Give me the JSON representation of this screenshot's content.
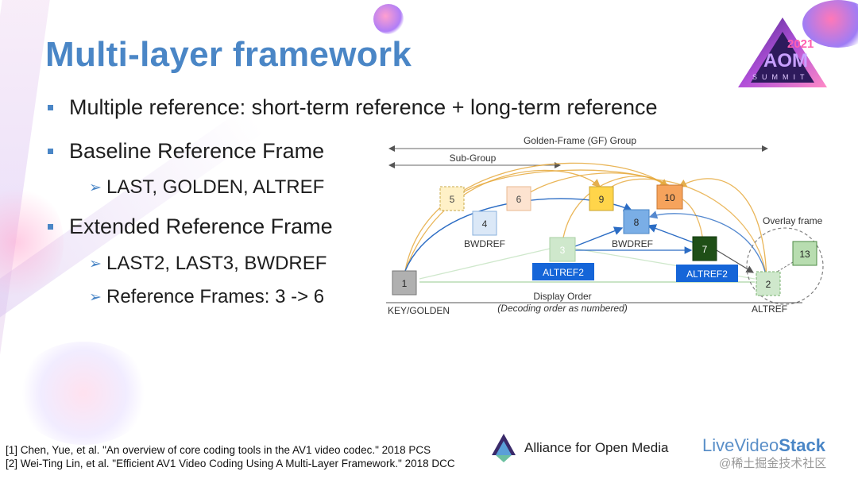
{
  "slide": {
    "title": "Multi-layer framework",
    "bullets": [
      "Multiple reference: short-term reference + long-term reference",
      "Baseline Reference Frame",
      "Extended Reference Frame"
    ],
    "sub_bullets": [
      "LAST, GOLDEN, ALTREF",
      "LAST2, LAST3, BWDREF",
      "Reference Frames: 3 -> 6"
    ]
  },
  "logo": {
    "year": "2021",
    "word": "SUMMIT"
  },
  "diagram": {
    "gf_group_label": "Golden-Frame (GF) Group",
    "subgroup_label": "Sub-Group",
    "frames": {
      "f1": "1",
      "f2": "2",
      "f3": "3",
      "f4": "4",
      "f5": "5",
      "f6": "6",
      "f7": "7",
      "f8": "8",
      "f9": "9",
      "f10": "10",
      "f13": "13"
    },
    "labels": {
      "bwdref_left": "BWDREF",
      "bwdref_mid": "BWDREF",
      "altref2_left": "ALTREF2",
      "altref2_right": "ALTREF2",
      "overlay": "Overlay frame",
      "display_order": "Display Order",
      "decoding_order": "(Decoding order as numbered)",
      "key_golden": "KEY/GOLDEN",
      "altref": "ALTREF"
    },
    "colors": {
      "blue_box": "#1565d8",
      "frame9": "#ffd54a",
      "frame10": "#f6a35c",
      "frame8": "#7aaee6",
      "frame7": "#1f4f17",
      "frame13": "#b8ddb0"
    }
  },
  "footer": {
    "ref1": "[1] Chen, Yue, et al. \"An overview of core coding tools in the AV1 video codec.\" 2018 PCS",
    "ref2": "[2] Wei-Ting Lin, et al. \"Efficient AV1 Video Coding Using A Multi-Layer Framework.\" 2018 DCC",
    "aom_text": "Alliance for Open Media",
    "lvs_prefix": "LiveVideo",
    "lvs_suffix": "Stack",
    "watermark": "@稀土掘金技术社区"
  }
}
